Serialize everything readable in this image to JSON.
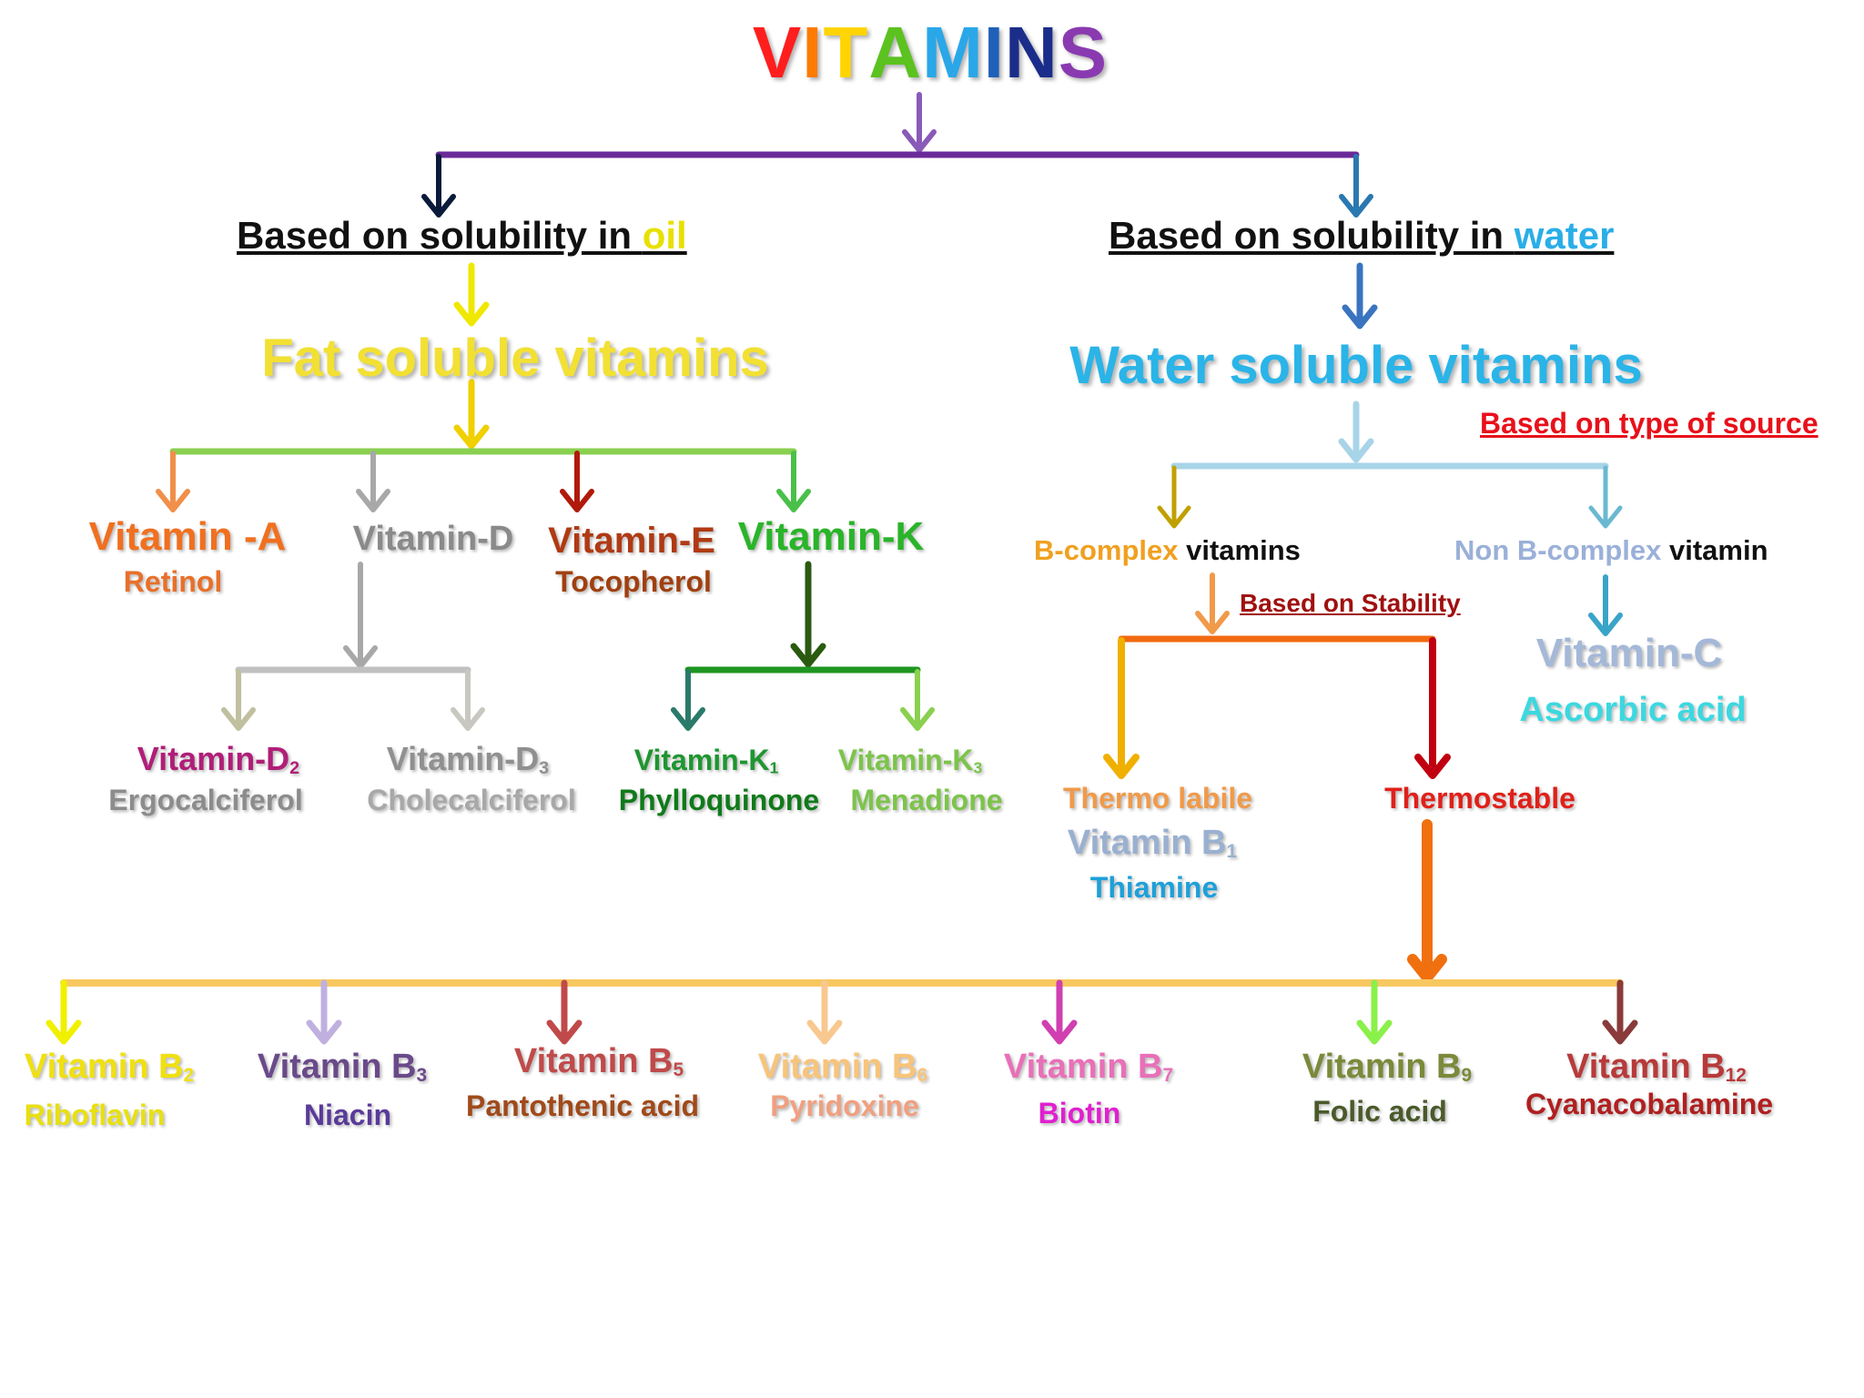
{
  "title": {
    "letters": [
      "V",
      "I",
      "T",
      "A",
      "M",
      "I",
      "N",
      "S"
    ],
    "colors": [
      "#ff1e1e",
      "#ff7a00",
      "#ffd400",
      "#5cc21f",
      "#2aa7e8",
      "#2060b8",
      "#1b2d8a",
      "#8a3ab0"
    ]
  },
  "oil_branch": {
    "heading_prefix": "Based on solubility in ",
    "heading_keyword": "oil",
    "class_name": "Fat soluble vitamins",
    "vitamins": [
      {
        "name": "Vitamin -A",
        "chemical": "Retinol"
      },
      {
        "name": "Vitamin-D",
        "chemical": ""
      },
      {
        "name": "Vitamin-E",
        "chemical": "Tocopherol"
      },
      {
        "name": "Vitamin-K",
        "chemical": ""
      }
    ],
    "d_forms": [
      {
        "name": "Vitamin-D",
        "sub": "2",
        "chemical": "Ergocalciferol"
      },
      {
        "name": "Vitamin-D",
        "sub": "3",
        "chemical": "Cholecalciferol"
      }
    ],
    "k_forms": [
      {
        "name": "Vitamin-K",
        "sub": "1",
        "chemical": "Phylloquinone"
      },
      {
        "name": "Vitamin-K",
        "sub": "3",
        "chemical": "Menadione"
      }
    ]
  },
  "water_branch": {
    "heading_prefix": "Based on solubility in ",
    "heading_keyword": "water",
    "class_name": "Water soluble vitamins",
    "source_note": "Based on type of source",
    "b_complex": {
      "keyword": "B-complex",
      "suffix": " vitamins"
    },
    "non_b_complex": {
      "keyword": "Non B-complex",
      "suffix": " vitamin"
    },
    "stability_note": "Based on Stability",
    "vitamin_c": {
      "name": "Vitamin-C",
      "chemical": "Ascorbic acid"
    },
    "thermolabile": {
      "label": "Thermo labile",
      "name": "Vitamin B",
      "sub": "1",
      "chemical": "Thiamine"
    },
    "thermostable": {
      "label": "Thermostable"
    }
  },
  "b_vitamins": [
    {
      "name": "Vitamin B",
      "sub": "2",
      "chemical": "Riboflavin"
    },
    {
      "name": "Vitamin B",
      "sub": "3",
      "chemical": "Niacin"
    },
    {
      "name": "Vitamin B",
      "sub": "5",
      "chemical": "Pantothenic acid"
    },
    {
      "name": "Vitamin B",
      "sub": "6",
      "chemical": "Pyridoxine"
    },
    {
      "name": "Vitamin B",
      "sub": "7",
      "chemical": "Biotin"
    },
    {
      "name": "Vitamin B",
      "sub": "9",
      "chemical": "Folic acid"
    },
    {
      "name": "Vitamin B",
      "sub": "12",
      "chemical": "Cyanacobalamine"
    }
  ]
}
